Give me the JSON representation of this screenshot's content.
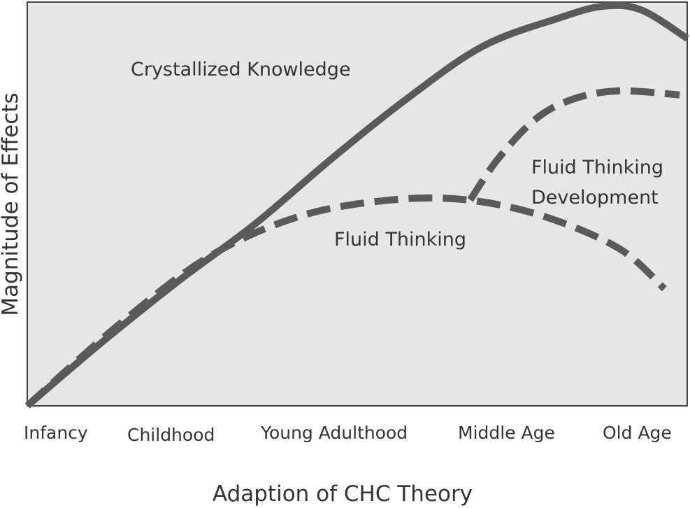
{
  "chart_data": {
    "type": "line",
    "title": "",
    "xlabel": "Adaption of CHC Theory",
    "ylabel": "Magnitude of Effects",
    "categories": [
      "Infancy",
      "Childhood",
      "Young Adulthood",
      "Middle Age",
      "Old Age"
    ],
    "x_range": [
      0,
      4.35
    ],
    "y_range": [
      0,
      10
    ],
    "grid": false,
    "legend": "none",
    "axis_tick_marks": false,
    "series": [
      {
        "name": "Crystallized Knowledge",
        "style": "solid",
        "color": "#5a5a5a",
        "points": [
          [
            0,
            0
          ],
          [
            0.5,
            1.6
          ],
          [
            1.0,
            3.1
          ],
          [
            1.5,
            4.5
          ],
          [
            2.0,
            6.1
          ],
          [
            2.5,
            7.6
          ],
          [
            3.0,
            8.9
          ],
          [
            3.5,
            9.6
          ],
          [
            3.8,
            9.9
          ],
          [
            4.05,
            9.8
          ],
          [
            4.35,
            9.1
          ]
        ]
      },
      {
        "name": "Fluid Thinking",
        "style": "dashed",
        "color": "#5a5a5a",
        "points": [
          [
            0,
            0
          ],
          [
            0.6,
            2.0
          ],
          [
            1.2,
            3.7
          ],
          [
            1.8,
            4.7
          ],
          [
            2.4,
            5.1
          ],
          [
            2.9,
            5.1
          ],
          [
            3.4,
            4.7
          ],
          [
            3.9,
            3.9
          ],
          [
            4.2,
            2.9
          ]
        ]
      },
      {
        "name": "Fluid Thinking Development",
        "style": "dashed",
        "color": "#5a5a5a",
        "points": [
          [
            2.92,
            5.1
          ],
          [
            3.1,
            6.1
          ],
          [
            3.35,
            7.1
          ],
          [
            3.6,
            7.6
          ],
          [
            3.9,
            7.8
          ],
          [
            4.3,
            7.7
          ]
        ]
      }
    ],
    "series_label_text": [
      "Crystallized Knowledge",
      "Fluid Thinking",
      "Fluid Thinking",
      "Development"
    ]
  },
  "colors": {
    "plot_background": "#e6e6e6",
    "frame": "#444444",
    "line": "#5a5a5a",
    "text": "#333333"
  }
}
